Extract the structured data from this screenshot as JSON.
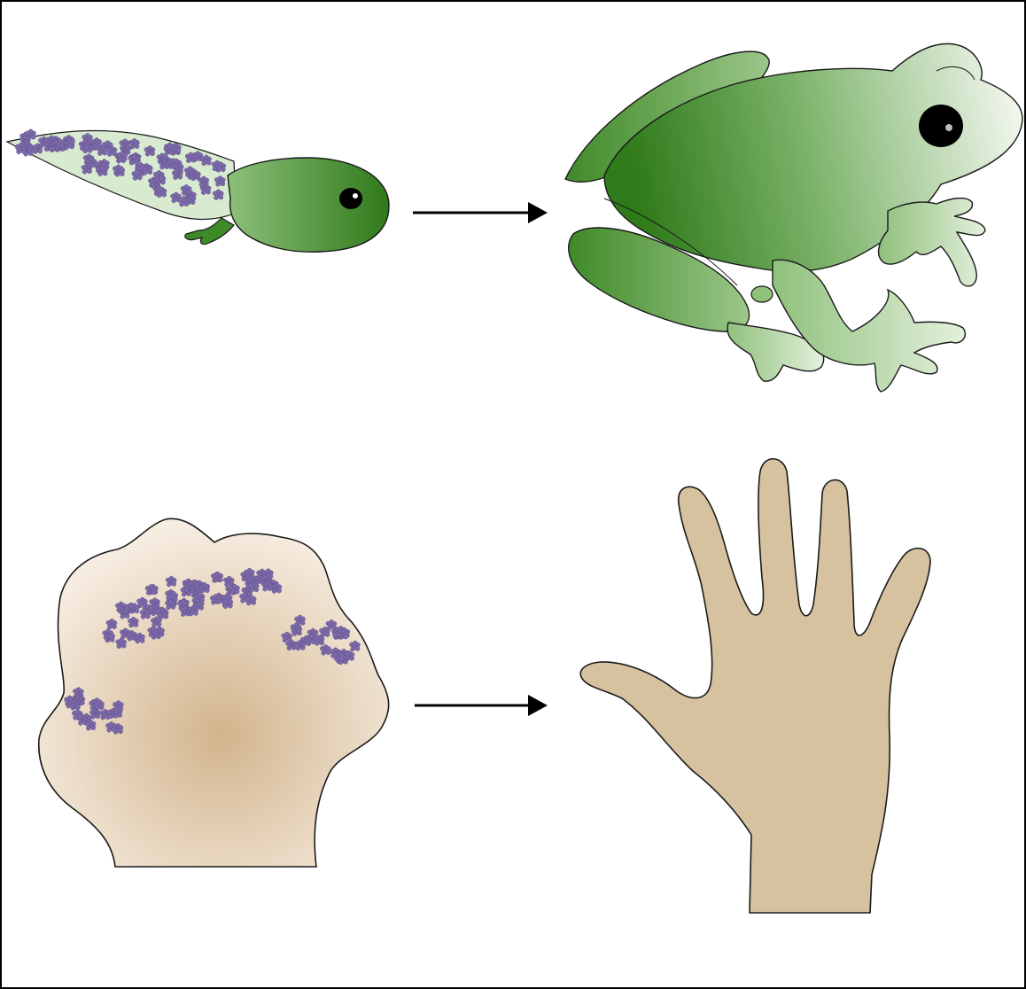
{
  "figure": {
    "panels": [
      {
        "id": "top",
        "before": "tadpole",
        "after": "adult-frog",
        "apoptosis_marked_in": "tail"
      },
      {
        "id": "bottom",
        "before": "embryonic-hand-plate",
        "after": "mature-hand",
        "apoptosis_marked_in": "interdigital-webbing"
      }
    ],
    "colors": {
      "frog_dark": "#2f7a1a",
      "frog_light": "#eef5e8",
      "tail_fill": "#d8ead0",
      "apoptotic_cells": "#7c6aa8",
      "hand_fill": "#d6c29e",
      "embryo_center": "#d2b48c",
      "embryo_edge": "#f6ece0",
      "outline": "#1a1a1a"
    }
  }
}
